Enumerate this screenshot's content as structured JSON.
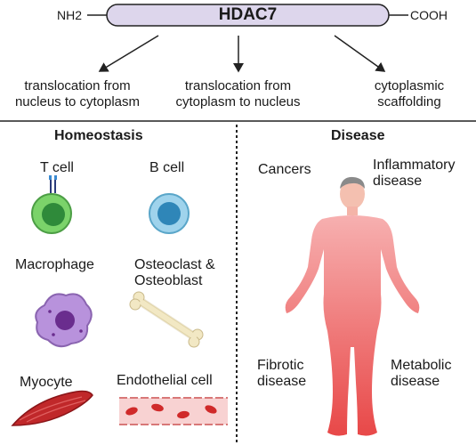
{
  "protein": {
    "n_term": "NH2",
    "name": "HDAC7",
    "c_term": "COOH",
    "bar_color": "#ddd6ec"
  },
  "functions": [
    {
      "line1": "translocation from",
      "line2": "nucleus to cytoplasm"
    },
    {
      "line1": "translocation from",
      "line2": "cytoplasm to nucleus"
    },
    {
      "line1": "cytoplasmic",
      "line2": "scaffolding"
    }
  ],
  "homeostasis": {
    "title": "Homeostasis",
    "cells": [
      {
        "label": "T cell",
        "icon": "t-cell-icon",
        "color": "#4cb84c"
      },
      {
        "label": "B cell",
        "icon": "b-cell-icon",
        "color": "#4aa0c8"
      },
      {
        "label": "Macrophage",
        "icon": "macrophage-icon",
        "color": "#9466c4"
      },
      {
        "label_line1": "Osteoclast &",
        "label_line2": "Osteoblast",
        "icon": "bone-icon",
        "color": "#efe3b8"
      },
      {
        "label": "Myocyte",
        "icon": "muscle-icon",
        "color": "#c0282a"
      },
      {
        "label": "Endothelial cell",
        "icon": "blood-vessel-icon",
        "color": "#f6c2c2"
      }
    ]
  },
  "disease": {
    "title": "Disease",
    "items": [
      {
        "line1": "Cancers"
      },
      {
        "line1": "Inflammatory",
        "line2": "disease"
      },
      {
        "line1": "Fibrotic",
        "line2": "disease"
      },
      {
        "line1": "Metabolic",
        "line2": "disease"
      }
    ],
    "body_icon": "human-body-icon",
    "body_color": "#ef6262"
  }
}
